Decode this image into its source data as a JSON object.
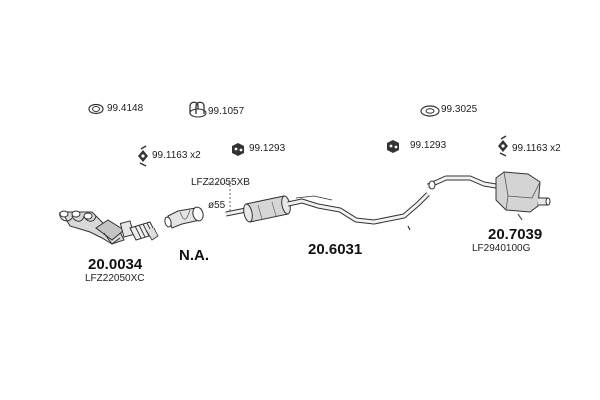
{
  "accessories": {
    "clamp_a": "99.4148",
    "clamp_b": "99.1057",
    "clamp_c": "99.3025",
    "hanger_a": "99.1163 x2",
    "hanger_b": "99.1293",
    "hanger_c": "99.1293",
    "hanger_d": "99.1163 x2"
  },
  "parts": {
    "manifold_ref": "20.0034",
    "manifold_oem": "LFZ22050XC",
    "catalyst_ref": "N.A.",
    "catalyst_oem": "LFZ22055XB",
    "diameter": "ø55",
    "center_ref": "20.6031",
    "rear_ref": "20.7039",
    "rear_oem": "LF2940100G"
  }
}
